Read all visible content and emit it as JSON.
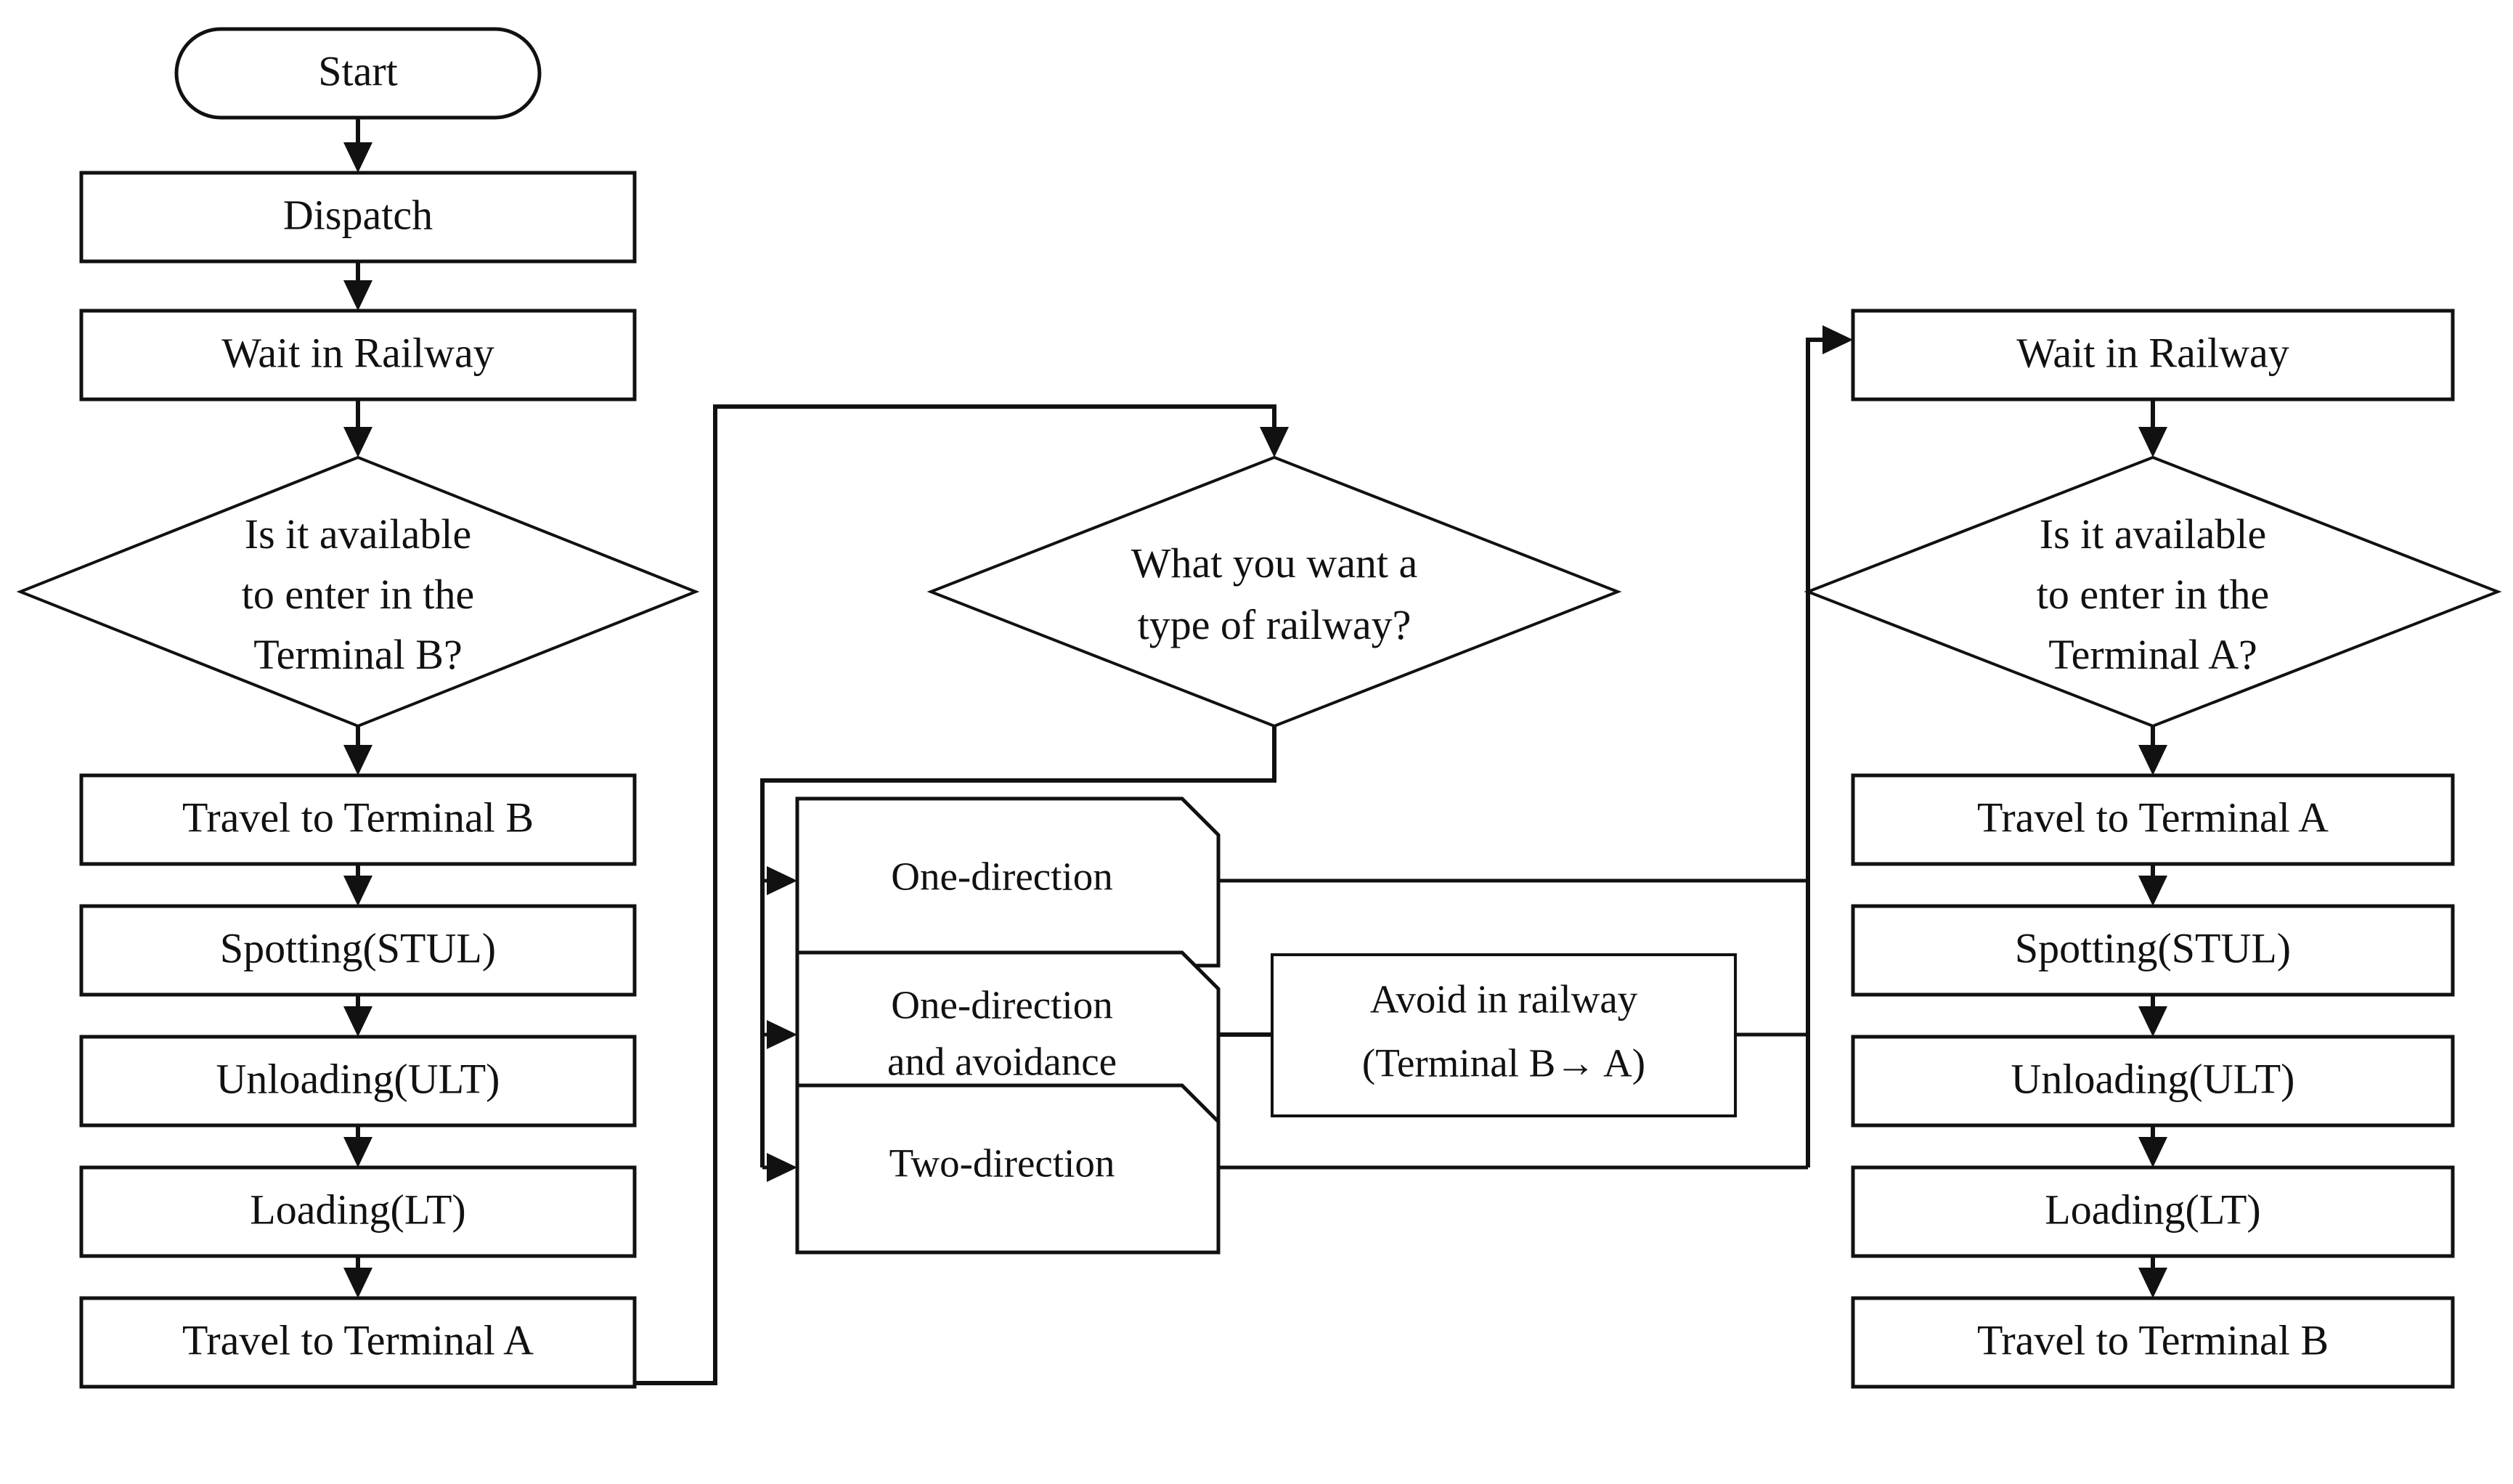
{
  "diagram": {
    "title": "Railway terminal shuttle process flowchart",
    "type": "flowchart",
    "colors": {
      "background": "#ffffff",
      "stroke": "#111111",
      "fill": "#ffffff"
    }
  },
  "left_column": {
    "start": "Start",
    "dispatch": "Dispatch",
    "wait": "Wait in Railway",
    "decision_line1": "Is it available",
    "decision_line2": "to enter in the",
    "decision_line3": "Terminal B?",
    "travel": "Travel to Terminal B",
    "spotting": "Spotting(STUL)",
    "unloading": "Unloading(ULT)",
    "loading": "Loading(LT)",
    "travel_back": "Travel to Terminal A"
  },
  "center_column": {
    "decision_line1": "What you want a",
    "decision_line2": "type of railway?",
    "options": [
      {
        "label": "One-direction"
      },
      {
        "label_line1": "One-direction",
        "label_line2": "and avoidance"
      },
      {
        "label": "Two-direction"
      }
    ],
    "avoid_line1": "Avoid in railway",
    "avoid_line2": "(Terminal B→ A)"
  },
  "right_column": {
    "wait": "Wait in Railway",
    "decision_line1": "Is it available",
    "decision_line2": "to enter in the",
    "decision_line3": "Terminal A?",
    "travel": "Travel to Terminal A",
    "spotting": "Spotting(STUL)",
    "unloading": "Unloading(ULT)",
    "loading": "Loading(LT)",
    "travel_back": "Travel to Terminal B"
  }
}
